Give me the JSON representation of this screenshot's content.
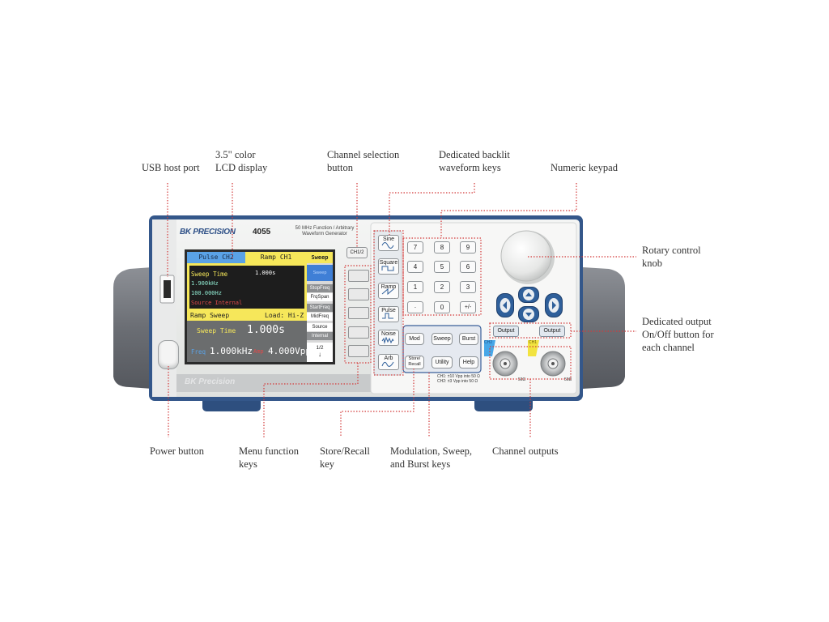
{
  "callouts": {
    "usb": [
      "USB host port"
    ],
    "lcd": [
      "3.5\" color",
      "LCD display"
    ],
    "channel_select": [
      "Channel selection",
      "button"
    ],
    "waveform_keys": [
      "Dedicated backlit",
      "waveform keys"
    ],
    "keypad": [
      "Numeric keypad"
    ],
    "rotary": [
      "Rotary control",
      "knob"
    ],
    "output_btn": [
      "Dedicated output",
      "On/Off button for",
      "each channel"
    ],
    "power": [
      "Power button"
    ],
    "menu": [
      "Menu function",
      "keys"
    ],
    "store": [
      "Store/Recall",
      "key"
    ],
    "mod": [
      "Modulation, Sweep,",
      "and Burst keys"
    ],
    "outputs": [
      "Channel outputs"
    ]
  },
  "device": {
    "brand": "BK PRECISION",
    "model": "4055",
    "subtitle1": "50 MHz Function / Arbitrary",
    "subtitle2": "Waveform Generator",
    "ch_button": "CH1/2",
    "base_brand": "BK Precision"
  },
  "lcd": {
    "tab1": "Pulse  CH2",
    "tab2": "Ramp   CH1",
    "sweep_time": "Sweep Time",
    "sweep_value": "1.000s",
    "freq1": "1.900kHz",
    "freq2": "100.000Hz",
    "source": "Source Internal",
    "mode": "Ramp Sweep",
    "load": "Load: Hi-Z",
    "big_label": "Sweep Time",
    "big_value": "1.000s",
    "freq_label": "Freq",
    "freq_value": "1.000kHz",
    "amp_label": "Amp",
    "amp_value": "4.000Vpp",
    "soft_keys": [
      "Sweep",
      "Sweep",
      "StopFreq",
      "FrqSpan",
      "StartFreq",
      "MidFreq",
      "Source",
      "Internal",
      "1/2"
    ]
  },
  "waveform_keys": [
    "Sine",
    "Square",
    "Ramp",
    "Pulse",
    "Noise",
    "Arb"
  ],
  "keypad": [
    "7",
    "8",
    "9",
    "4",
    "5",
    "6",
    "1",
    "2",
    "3",
    "·",
    "0",
    "+/-"
  ],
  "function_keys": [
    "Mod",
    "Sweep",
    "Burst",
    "Store/ Recall",
    "Utility",
    "Help"
  ],
  "outputs": {
    "btn1": "Output",
    "btn2": "Output",
    "ch2": "CH2",
    "ch1": "CH1",
    "ohm1": "50Ω",
    "ohm2": "50Ω",
    "spec1": "CH1: ±10 Vpp into 50 Ω",
    "spec2": "CH2: ±3 Vpp into 50 Ω"
  }
}
